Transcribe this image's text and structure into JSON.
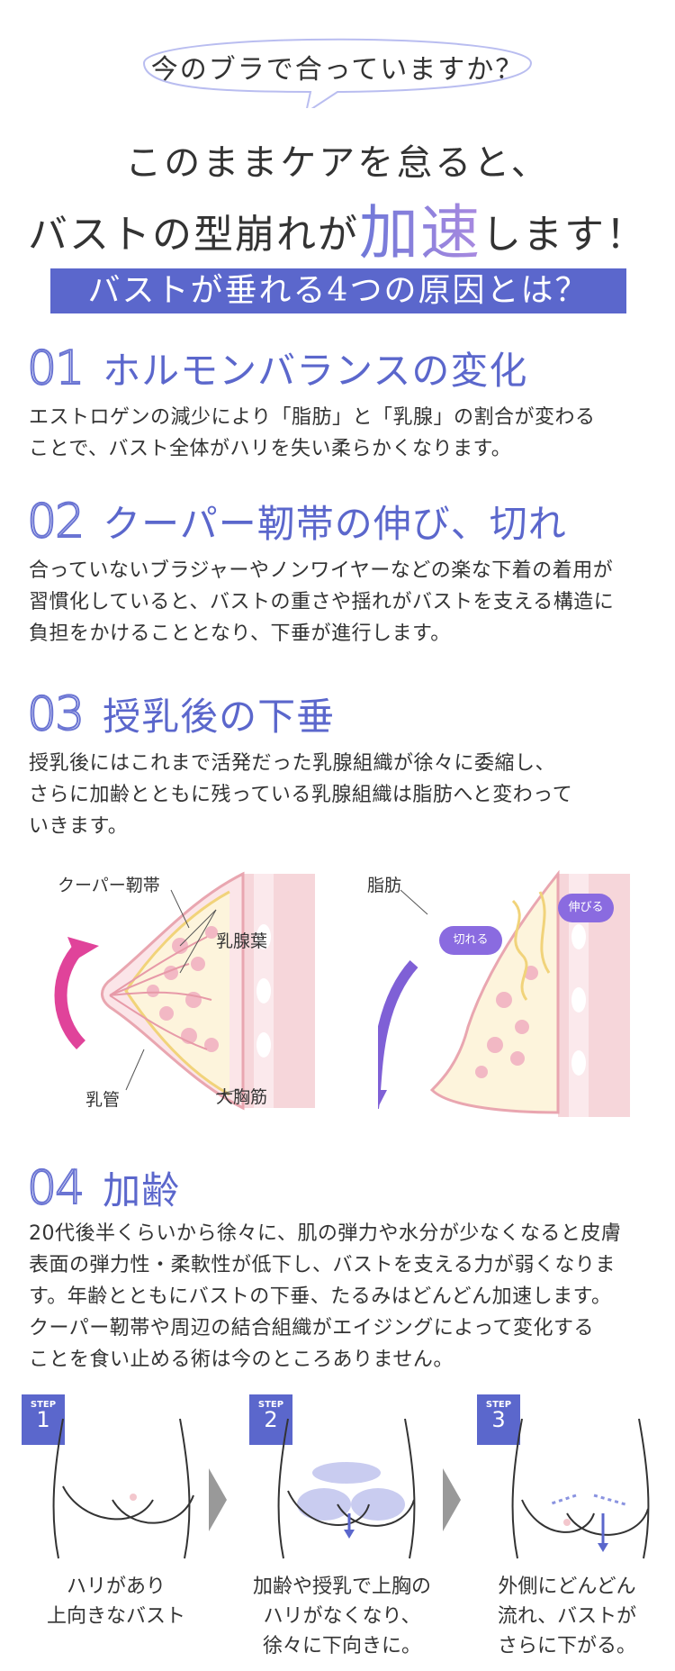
{
  "intro": {
    "bubble": "今のブラで合っていますか？",
    "line1": "このままケアを怠ると、",
    "line2_pre": "バストの型崩れが",
    "line2_accent": "加速",
    "line2_post": "します！",
    "banner": "バストが垂れる4つの原因とは？"
  },
  "sections": [
    {
      "num": "01",
      "title": "ホルモンバランスの変化",
      "body": [
        "エストロゲンの減少により「脂肪」と「乳腺」の割合が変わる",
        "ことで、バスト全体がハリを失い柔らかくなります。"
      ]
    },
    {
      "num": "02",
      "title": "クーパー靭帯の伸び、切れ",
      "body": [
        "合っていないブラジャーやノンワイヤーなどの楽な下着の着用が",
        "習慣化していると、バストの重さや揺れがバストを支える構造に",
        "負担をかけることとなり、下垂が進行します。"
      ]
    },
    {
      "num": "03",
      "title": "授乳後の下垂",
      "body": [
        "授乳後にはこれまで活発だった乳腺組織が徐々に委縮し、",
        "さらに加齢とともに残っている乳腺組織は脂肪へと変わって",
        "いきます。"
      ]
    },
    {
      "num": "04",
      "title": "加齢",
      "body": [
        "20代後半くらいから徐々に、肌の弾力や水分が少なくなると皮膚",
        "表面の弾力性・柔軟性が低下し、バストを支える力が弱くなりま",
        "す。年齢とともにバストの下垂、たるみはどんどん加速します。",
        "クーパー靭帯や周辺の結合組織がエイジングによって変化する",
        "ことを食い止める術は今のところありません。"
      ]
    }
  ],
  "diagram": {
    "left_labels": {
      "cooper": "クーパー靭帯",
      "lobule": "乳腺葉",
      "duct": "乳管",
      "muscle": "大胸筋"
    },
    "right_labels": {
      "fat": "脂肪",
      "stretch": "伸びる",
      "tear": "切れる"
    }
  },
  "steps": [
    {
      "tag": "STEP",
      "num": "1",
      "caption": [
        "ハリがあり",
        "上向きなバスト"
      ]
    },
    {
      "tag": "STEP",
      "num": "2",
      "caption": [
        "加齢や授乳で上胸の",
        "ハリがなくなり、",
        "徐々に下向きに。"
      ]
    },
    {
      "tag": "STEP",
      "num": "3",
      "caption": [
        "外側にどんどん",
        "流れ、バストが",
        "さらに下がる。"
      ]
    }
  ],
  "colors": {
    "accent": "#5b67cc",
    "pink": "#f3c7cd",
    "magenta": "#e0439a"
  }
}
